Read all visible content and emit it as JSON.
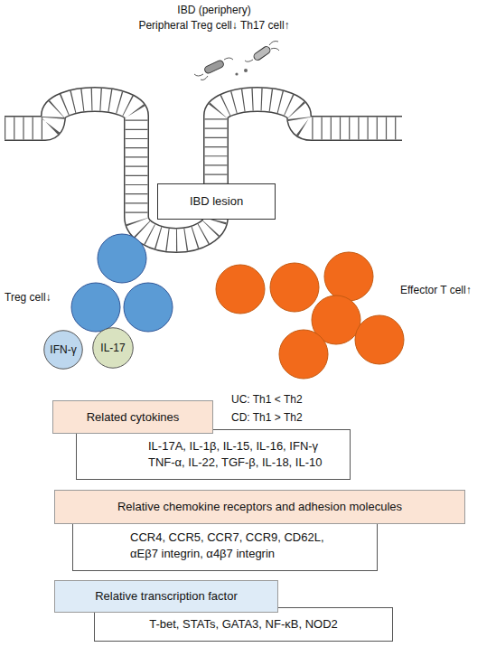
{
  "diagram": {
    "title": "IBD (periphery)",
    "nodes": [
      {
        "text": [
          "IBD lesion"
        ]
      },
      {
        "text": [
          "IFN-γ"
        ]
      },
      {
        "text": [
          "IL-17"
        ]
      },
      {
        "text": [
          "Related cytokines"
        ]
      },
      {
        "text": [
          "IL-17A, IL-1β, IL-15, IL-16, IFN-γ TNF-α, IL-22, TGF-β, IL-18, IL-10"
        ]
      },
      {
        "text": [
          "Relative chemokine receptors and adhesion molecules"
        ]
      },
      {
        "text": [
          "CCR4, CCR5, CCR7, CCR9, CD62L, αEβ7 integrin, α4β7 integrin"
        ]
      },
      {
        "text": [
          "Relative transcription factor"
        ]
      },
      {
        "text": [
          "T-bet, STATs, GATA3, NF-κB, NOD2"
        ]
      }
    ],
    "labels": [
      "Peripheral Treg cell↓ Th17 cell↑",
      "Treg cell↓",
      "Effector T cell↑",
      "UC: Th1 < Th2",
      "CD: Th1 > Th2"
    ]
  }
}
